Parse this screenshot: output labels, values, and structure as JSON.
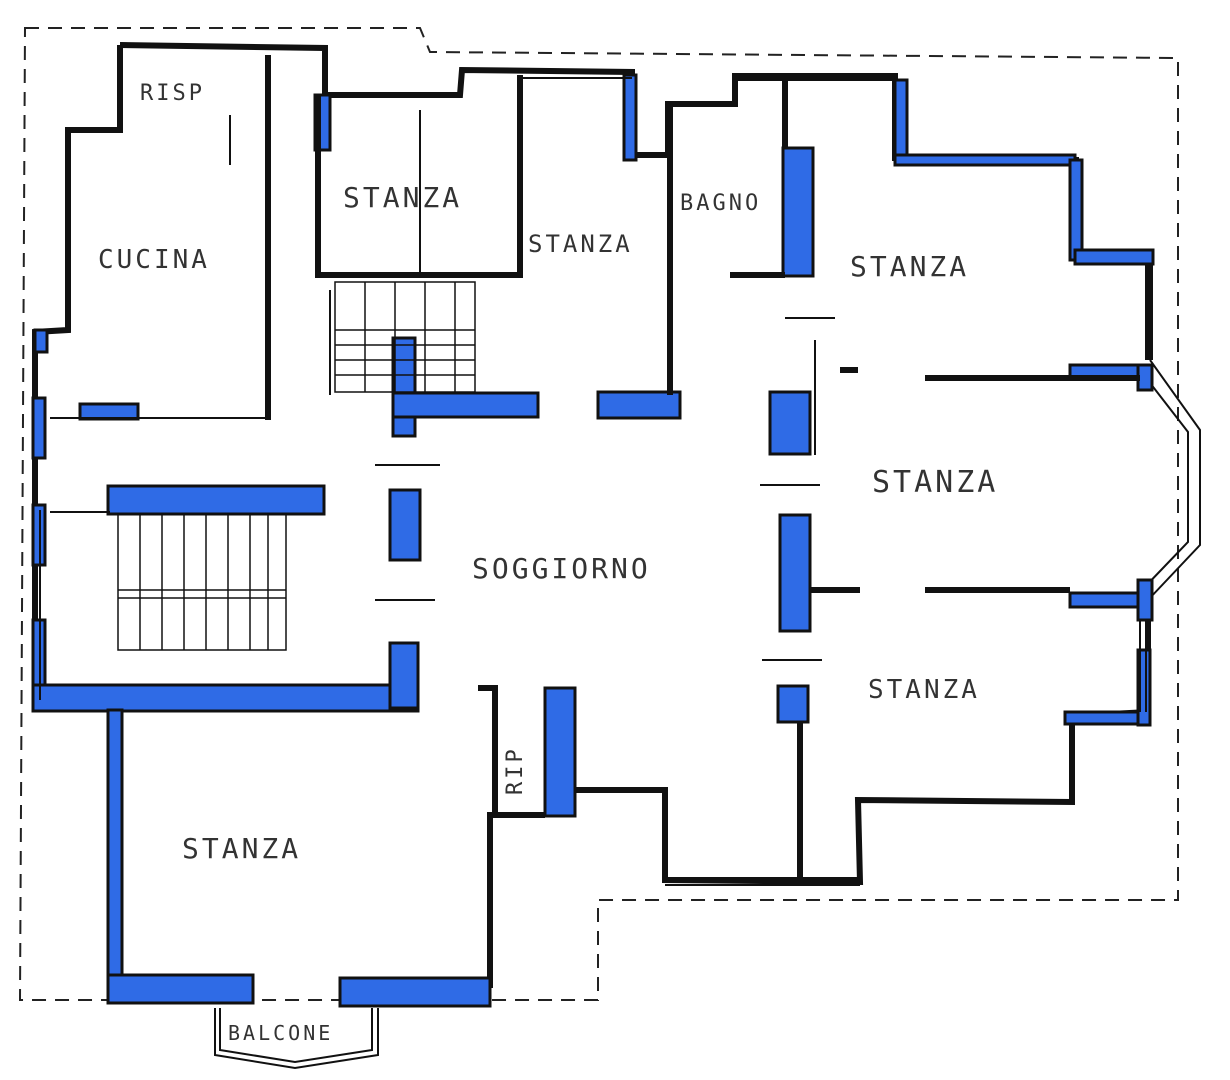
{
  "plan": {
    "rooms": {
      "ripostiglio_top": "RISP",
      "kitchen": "CUCINA",
      "room_top_left": "STANZA",
      "room_top_mid": "STANZA",
      "bathroom": "BAGNO",
      "room_top_right": "STANZA",
      "room_right": "STANZA",
      "living": "SOGGIORNO",
      "room_bottom_right": "STANZA",
      "ripostiglio_bottom": "RIP",
      "room_bottom_left": "STANZA",
      "balcony": "BALCONE"
    },
    "colors": {
      "wall_fill": "#2f6be6",
      "line": "#111111"
    }
  }
}
